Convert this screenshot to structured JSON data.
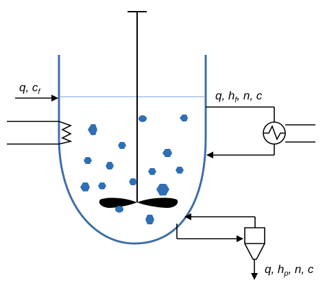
{
  "labels": {
    "feed": {
      "main": "q, c",
      "sub": "f"
    },
    "recycle": {
      "prefix": "q, h",
      "sub": "f",
      "suffix": ", n, c"
    },
    "product": {
      "prefix": "q, h",
      "sub": "p",
      "suffix": ", n, c"
    }
  },
  "colors": {
    "vessel": "#3b6ea8",
    "liquid_line": "#8fb3d6",
    "crystal": "#2f6fb5",
    "line": "#000000"
  },
  "icons": {
    "heat_exchanger": "circle-with-zigzag",
    "cooling_jacket": "zigzag-coil",
    "impeller": "two-blade-propeller",
    "classifier": "hydrocyclone"
  }
}
